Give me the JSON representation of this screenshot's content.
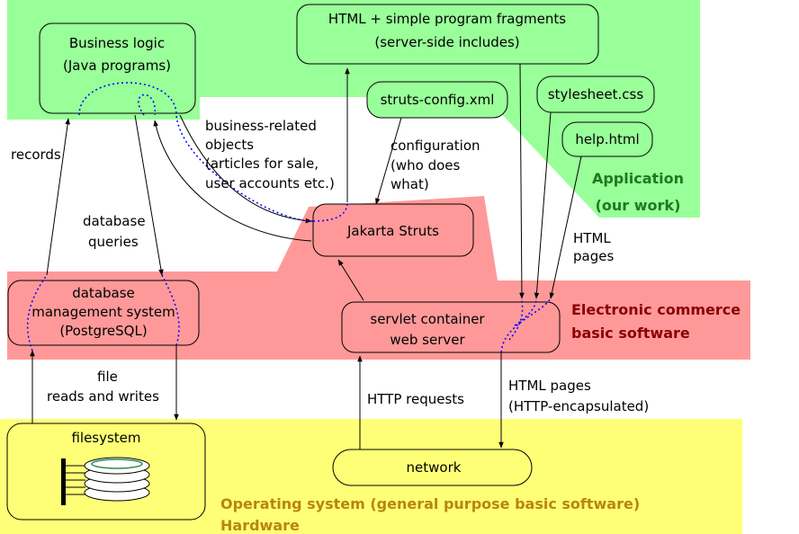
{
  "layers": {
    "application": {
      "title_line1": "Application",
      "title_line2": "(our work)",
      "color": "#99ff99"
    },
    "ecommerce": {
      "title_line1": "Electronic commerce",
      "title_line2": "basic software",
      "color": "#ff9999"
    },
    "os": {
      "title_line1": "Operating system (general purpose basic software)",
      "title_line2": "Hardware",
      "color": "#ffff77"
    }
  },
  "boxes": {
    "business_logic": {
      "line1": "Business logic",
      "line2": "(Java programs)"
    },
    "html_fragments": {
      "line1": "HTML + simple program fragments",
      "line2": "(server-side includes)"
    },
    "struts_config": {
      "label": "struts-config.xml"
    },
    "stylesheet": {
      "label": "stylesheet.css"
    },
    "help": {
      "label": "help.html"
    },
    "jakarta": {
      "label": "Jakarta Struts"
    },
    "dbms": {
      "line1": "database",
      "line2": "management system",
      "line3": "(PostgreSQL)"
    },
    "servlet": {
      "line1": "servlet container",
      "line2": "web server"
    },
    "filesystem": {
      "label": "filesystem"
    },
    "network": {
      "label": "network"
    }
  },
  "edge_labels": {
    "records": "records",
    "business_objects": [
      "business-related",
      "objects",
      "(articles for sale,",
      "user accounts etc.)"
    ],
    "configuration": [
      "configuration",
      "(who does",
      "what)"
    ],
    "db_queries": [
      "database",
      "queries"
    ],
    "html_pages": [
      "HTML",
      "pages"
    ],
    "file_rw": [
      "file",
      "reads and writes"
    ],
    "http_requests": "HTTP requests",
    "html_pages_http": [
      "HTML pages",
      "(HTTP-encapsulated)"
    ]
  }
}
